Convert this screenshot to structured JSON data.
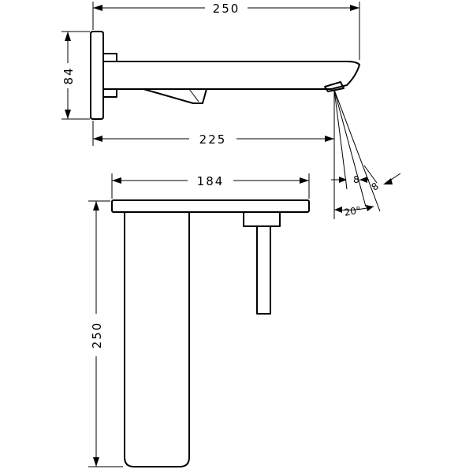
{
  "dimensions": {
    "top_width": "250",
    "wall_height": "84",
    "spout_reach": "225",
    "plate_width": "184",
    "plate_height": "250",
    "angle_a": "8",
    "angle_b": "8",
    "angle_total": "20°"
  }
}
